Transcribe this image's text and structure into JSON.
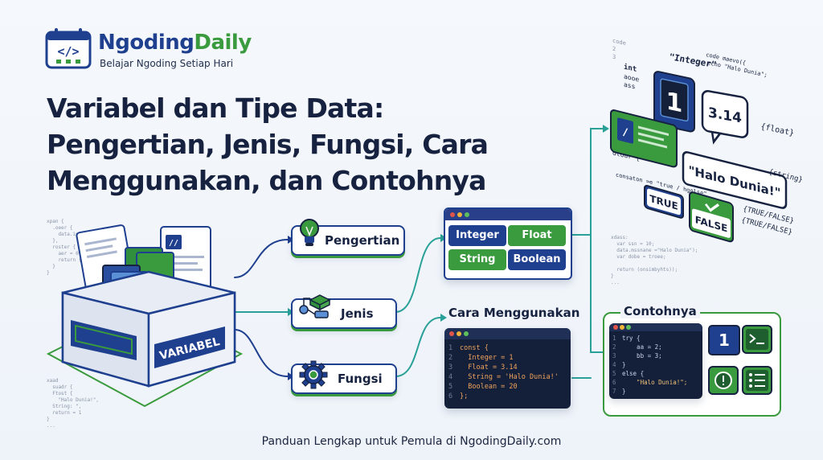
{
  "brand": {
    "name_part1": "Ngoding",
    "name_part2": "Daily",
    "tagline": "Belajar Ngoding Setiap Hari",
    "logo_glyph": "</>"
  },
  "title": {
    "line1": "Variabel dan Tipe Data:",
    "line2": "Pengertian, Jenis, Fungsi, Cara",
    "line3": "Menggunakan, dan  Contohnya"
  },
  "variabel_box": {
    "label": "VARIABEL",
    "doc_glyph": "//"
  },
  "branches": [
    {
      "label": "Pengertian",
      "icon": "lightbulb-icon"
    },
    {
      "label": "Jenis",
      "icon": "blocks-icon"
    },
    {
      "label": "Fungsi",
      "icon": "gear-icon"
    }
  ],
  "types_window": {
    "chips": [
      "Integer",
      "Float",
      "String",
      "Boolean"
    ]
  },
  "cara": {
    "title": "Cara Menggunakan",
    "line_numbers": [
      "1",
      "2",
      "3",
      "4",
      "5",
      "6"
    ],
    "lines": [
      "const {",
      "  Integer = 1",
      "  Float = 3.14",
      "  String = 'Halo Dunia!'",
      "  Boolean = 20",
      "};"
    ]
  },
  "contoh": {
    "title": "Contohnya",
    "line_numbers": [
      "1",
      "2",
      "3",
      "4",
      "5",
      "6",
      "7"
    ],
    "lines": [
      "try {",
      "    aa = 2;",
      "    bb = 3;",
      "}",
      "else {",
      "    \"Halo Dunia!\";",
      "}"
    ],
    "icon_one": "1"
  },
  "iso": {
    "integer_label": "\"Integer\"",
    "one": "1",
    "float_value": "3.14",
    "float_label": "{float}",
    "halo": "\"Halo Dunia!\"",
    "string_label": "{string}",
    "true_label": "TRUE",
    "false_label": "FALSE",
    "bool_label1": "{TRUE/FALSE}",
    "bool_label2": "{TRUE/FALSE}",
    "code_top": "code maevo({\n echo \"Halo Dunia\";\n}"
  },
  "footer": {
    "text": "Panduan Lengkap untuk Pemula di NgodingDaily.com"
  },
  "colors": {
    "navy": "#1f3f8f",
    "green": "#3a9a3e",
    "dark": "#16223f",
    "teal": "#2aa198"
  }
}
